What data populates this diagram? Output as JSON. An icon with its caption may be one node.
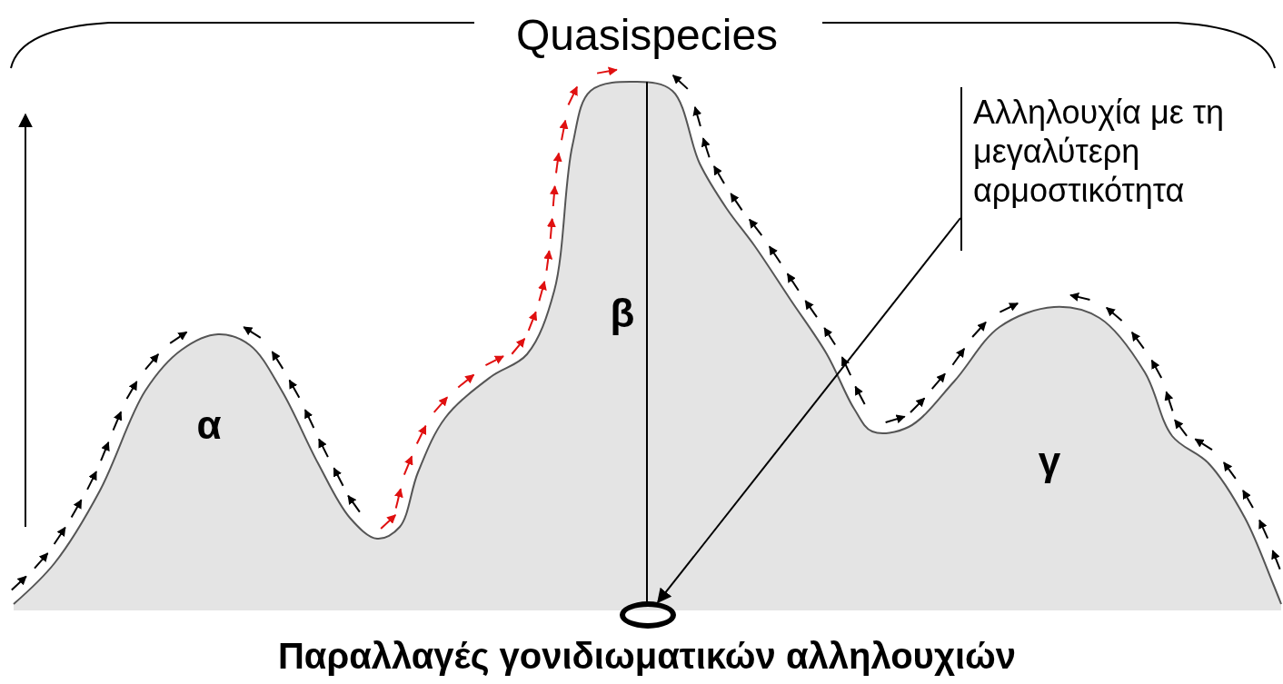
{
  "diagram": {
    "title": "Quasispecies",
    "nodes": [
      {
        "text": [
          "Αλληλουχία με τη μεγαλύτερη αρμοστικότητα"
        ]
      },
      {
        "text": [],
        "shape": "circle"
      }
    ],
    "edges": [
      {
        "from": 0,
        "to": 1,
        "arrow": "to"
      }
    ],
    "labels": [
      "β",
      "α",
      "γ",
      "Παραλλαγές γονιδιωματικών αλληλουχιών"
    ]
  }
}
